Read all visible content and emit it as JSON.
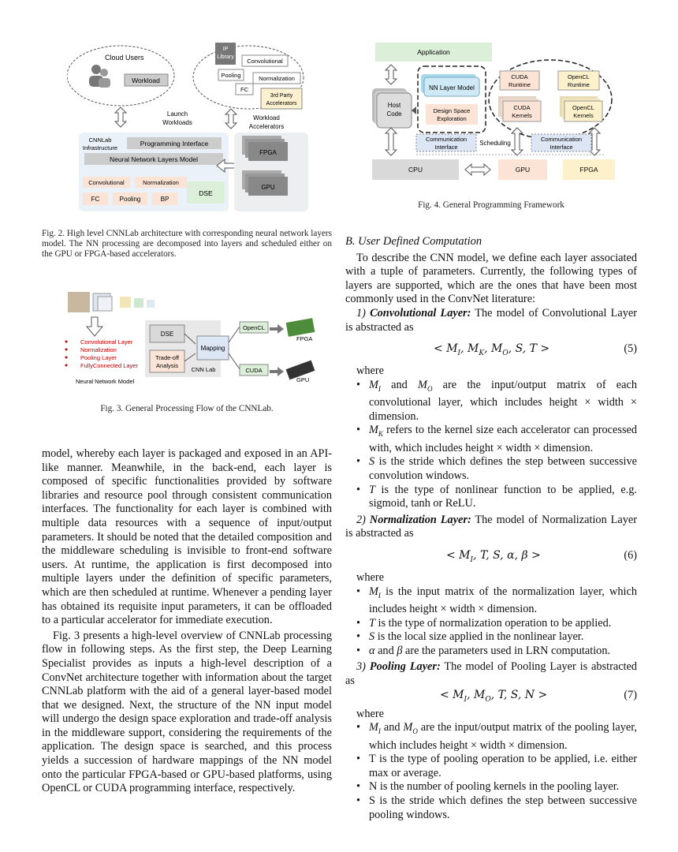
{
  "fig2": {
    "cloud_users": "Cloud Users",
    "workload": "Workload",
    "ip_library": [
      "IP",
      "Library"
    ],
    "convolutional": "Convolutional",
    "pooling": "Pooling",
    "normalization": "Normalization",
    "fc": "FC",
    "third_party": [
      "3rd Party",
      "Accelerators"
    ],
    "launch_workloads": [
      "Launch",
      "Workloads"
    ],
    "workload_accelerators": [
      "Workload",
      "Accelerators"
    ],
    "cnnlab_infrastructure": [
      "CNNLab",
      "Infrastructure"
    ],
    "programming_interface": "Programming Interface",
    "nn_layers_model": "Neural Network Layers Model",
    "layer_convolutional": "Convolutional",
    "layer_normalization": "Normalization",
    "layer_fc": "FC",
    "layer_pooling": "Pooling",
    "layer_bp": "BP",
    "dse": "DSE",
    "fpga": "FPGA",
    "gpu": "GPU",
    "caption": "Fig. 2.  High level CNNLab architecture with corresponding neural network layers model. The NN processing are decomposed into layers and scheduled either on the GPU or FPGA-based accelerators."
  },
  "fig3": {
    "layers": [
      "Convolutional Layer",
      "Normalization",
      "Pooling Layer",
      "FullyConnected Layer"
    ],
    "nn_model": "Neural Network Model",
    "dse": "DSE",
    "tradeoff": [
      "Trade-off",
      "Analysis"
    ],
    "mapping": "Mapping",
    "cnn_lab": "CNN Lab",
    "opencl": "OpenCL",
    "cuda": "CUDA",
    "fpga": "FPGA",
    "gpu": "GPU",
    "caption": "Fig. 3.  General Processing Flow of the CNNLab."
  },
  "fig4": {
    "application": "Application",
    "host_code": [
      "Host",
      "Code"
    ],
    "nn_layer_model": "NN Layer Model",
    "design_space": [
      "Design Space",
      "Exploration"
    ],
    "cuda_runtime": [
      "CUDA",
      "Runtime"
    ],
    "opencl_runtime": [
      "OpenCL",
      "Runtime"
    ],
    "cuda_kernels": [
      "CUDA",
      "Kernels"
    ],
    "opencl_kernels": [
      "OpenCL",
      "Kernels"
    ],
    "comm_interface_left": [
      "Communication",
      "Interface"
    ],
    "scheduling": "Scheduling",
    "comm_interface_right": [
      "Communication",
      "Interface"
    ],
    "cpu": "CPU",
    "gpu": "GPU",
    "fpga": "FPGA",
    "caption": "Fig. 4.  General Programming Framework"
  },
  "left_text": {
    "para1": "model, whereby each layer is packaged and exposed in an API-like manner. Meanwhile, in the back-end, each layer is composed of specific functionalities provided by software libraries and resource pool through consistent communication interfaces. The functionality for each layer is combined with multiple data resources with a sequence of input/output parameters. It should be noted that the detailed composition and the middleware scheduling is invisible to front-end software users. At runtime, the application is first decomposed into multiple layers under the definition of specific parameters, which are then scheduled at runtime. Whenever a pending layer has obtained its requisite input parameters, it can be offloaded to a particular accelerator for immediate execution.",
    "para2": "Fig. 3 presents a high-level overview of CNNLab processing flow in following steps. As the first step, the Deep Learning Specialist provides as inputs a high-level description of a ConvNet architecture together with information about the target CNNLab platform with the aid of a general layer-based model that we designed. Next, the structure of the NN input model will undergo the design space exploration and trade-off analysis in the middleware support, considering the requirements of the application. The design space is searched, and this process yields a succession of hardware mappings of the NN model onto the particular FPGA-based or GPU-based platforms, using OpenCL or CUDA programming interface, respectively."
  },
  "right_text": {
    "section": "B.  User Defined Computation",
    "intro": "To describe the CNN model, we define each layer associated with a tuple of parameters. Currently, the following types of layers are supported, which are the ones that have been most commonly used in the ConvNet literature:",
    "conv_num": "1)",
    "conv_title": "Convolutional Layer:",
    "conv_text": " The model of Convolutional Layer is abstracted as",
    "eq5": "< MI, MK, MO, S, T >",
    "eq5_num": "(5)",
    "where": "where",
    "conv_items": [
      "MI and MO are the input/output matrix of each convolutional layer, which includes height × width × dimension.",
      "MK refers to the kernel size each accelerator can processed with, which includes height × width × dimension.",
      "S is the stride which defines the step between successive convolution windows.",
      "T is the type of nonlinear function to be applied, e.g. sigmoid, tanh or ReLU."
    ],
    "norm_num": "2)",
    "norm_title": "Normalization Layer:",
    "norm_text": " The model of Normalization Layer is abstracted as",
    "eq6": "< MI, T, S, α, β >",
    "eq6_num": "(6)",
    "norm_items": [
      "MI is the input matrix of the normalization layer, which includes height × width × dimension.",
      "T is the type of normalization operation to be applied.",
      "S is the local size applied in the nonlinear layer.",
      "α and β are the parameters used in LRN computation."
    ],
    "pool_num": "3)",
    "pool_title": "Pooling Layer:",
    "pool_text": " The model of Pooling Layer is abstracted as",
    "eq7": "< MI, MO, T, S, N >",
    "eq7_num": "(7)",
    "pool_items": [
      "MI and MO are the input/output matrix of the pooling layer, which includes height × width × dimension.",
      "T is the type of pooling operation to be applied, i.e. either max or average.",
      "N is the number of pooling kernels in the pooling layer.",
      "S is the stride which defines the step between successive pooling windows."
    ]
  }
}
